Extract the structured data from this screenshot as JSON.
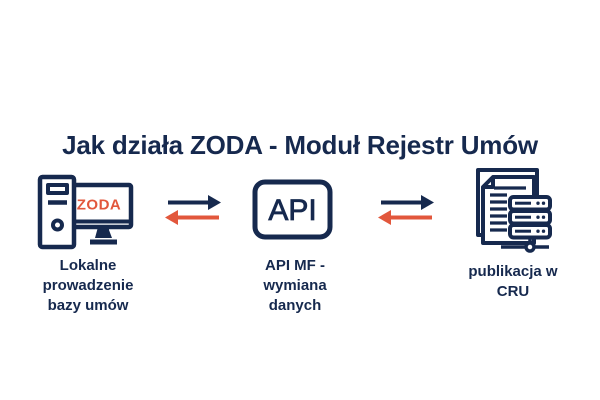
{
  "title": "Jak działa ZODA - Moduł Rejestr Umów",
  "colors": {
    "navy": "#16294e",
    "orange": "#e2573c",
    "background": "#ffffff"
  },
  "nodes": [
    {
      "icon": "desktop-computer-icon",
      "screen_text": "ZODA",
      "label_lines": [
        "Lokalne",
        "prowadzenie",
        "bazy umów"
      ]
    },
    {
      "icon": "api-box-icon",
      "box_text": "API",
      "label_lines": [
        "API MF -",
        "wymiana",
        "danych"
      ]
    },
    {
      "icon": "documents-server-icon",
      "label_lines": [
        "publikacja w",
        "CRU"
      ]
    }
  ],
  "connectors": [
    {
      "top_arrow": {
        "direction": "right",
        "color": "#16294e"
      },
      "bottom_arrow": {
        "direction": "left",
        "color": "#e2573c"
      }
    },
    {
      "top_arrow": {
        "direction": "right",
        "color": "#16294e"
      },
      "bottom_arrow": {
        "direction": "left",
        "color": "#e2573c"
      }
    }
  ]
}
